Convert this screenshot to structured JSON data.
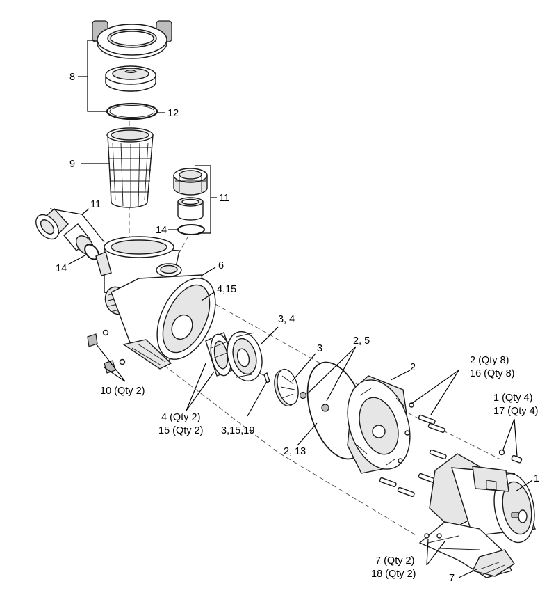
{
  "callouts": {
    "c8": "8",
    "c12": "12",
    "c9": "9",
    "c11_left": "11",
    "c11_right": "11",
    "c14_left": "14",
    "c14_right": "14",
    "c6": "6",
    "c4_15": "4,15",
    "c3_4": "3, 4",
    "c3": "3",
    "c2_5": "2, 5",
    "c2": "2",
    "c2_qty8": "2 (Qty 8)",
    "c16_qty8": "16 (Qty 8)",
    "c1_qty4": "1 (Qty 4)",
    "c17_qty4": "17 (Qty 4)",
    "c10_qty2": "10 (Qty 2)",
    "c4_qty2": "4 (Qty 2)",
    "c15_qty2": "15 (Qty 2)",
    "c3_15_19": "3,15,19",
    "c2_13": "2, 13",
    "c1": "1",
    "c7_qty2": "7 (Qty 2)",
    "c18_qty2": "18 (Qty 2)",
    "c7": "7"
  }
}
